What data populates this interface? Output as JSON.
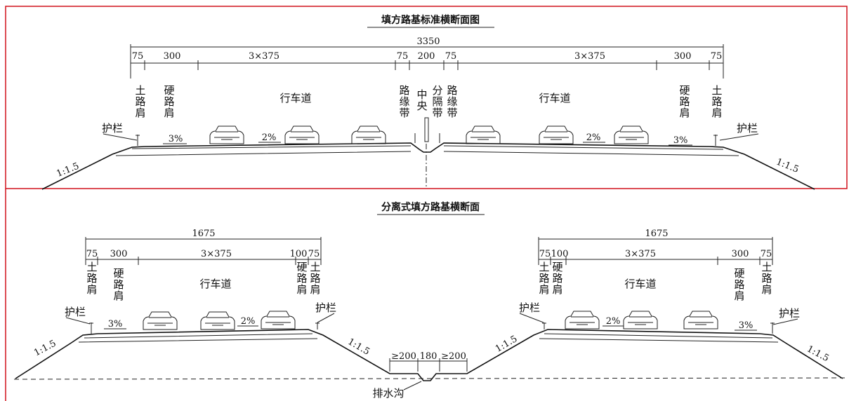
{
  "diagram_a": {
    "title": "填方路基标准横断面图",
    "total_width": "3350",
    "dims": [
      "75",
      "300",
      "3×375",
      "75",
      "200",
      "75",
      "3×375",
      "300",
      "75"
    ],
    "labels": {
      "soil_shoulder": "土路肩",
      "hard_shoulder": "硬路肩",
      "lane": "行车道",
      "edge_strip": "路缘带",
      "center": "中央",
      "median": "分隔带",
      "guardrail": "护栏"
    },
    "slopes": {
      "shoulder": "3%",
      "lane": "2%",
      "embankment": "1:1.5"
    }
  },
  "diagram_b": {
    "title": "分离式填方路基横断面",
    "half_width": "1675",
    "left_dims": [
      "75",
      "300",
      "3×375",
      "100",
      "75"
    ],
    "right_dims": [
      "75",
      "100",
      "3×375",
      "300",
      "75"
    ],
    "ditch_dims": [
      "≥200",
      "180",
      "≥200"
    ],
    "ditch_label": "排水沟",
    "labels": {
      "soil_shoulder": "土路肩",
      "hard_shoulder": "硬路肩",
      "lane": "行车道",
      "guardrail": "护栏"
    },
    "slopes": {
      "shoulder": "3%",
      "lane": "2%",
      "embankment": "1:1.5"
    }
  },
  "colors": {
    "frame": "#d0101a",
    "line": "#222222"
  }
}
